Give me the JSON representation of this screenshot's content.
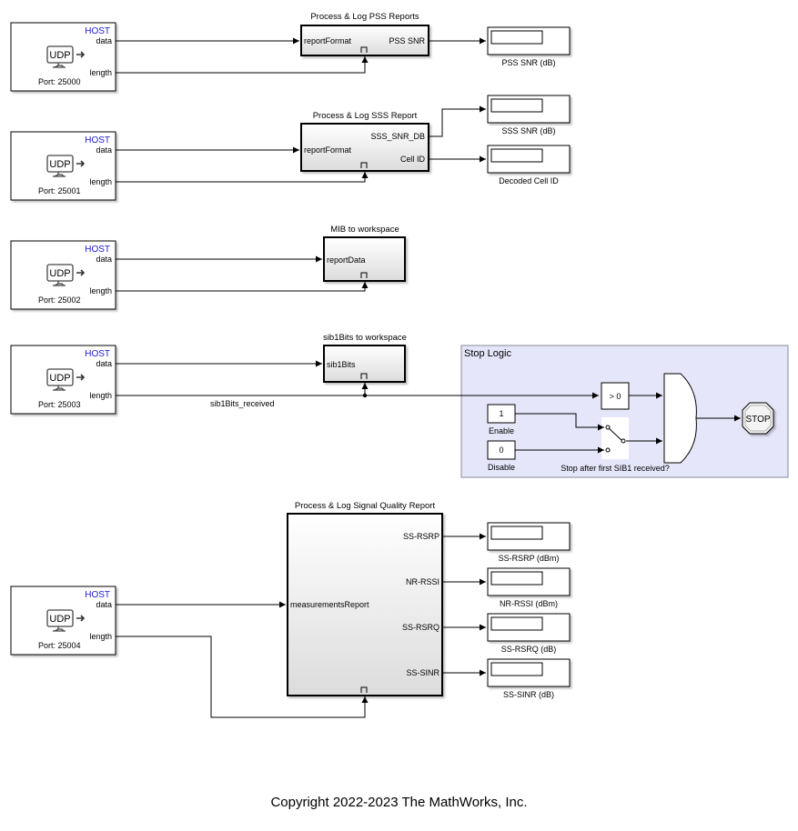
{
  "udp_blocks": [
    {
      "host": "HOST",
      "data": "data",
      "length": "length",
      "port": "Port: 25000",
      "icon": "UDP"
    },
    {
      "host": "HOST",
      "data": "data",
      "length": "length",
      "port": "Port: 25001",
      "icon": "UDP"
    },
    {
      "host": "HOST",
      "data": "data",
      "length": "length",
      "port": "Port: 25002",
      "icon": "UDP"
    },
    {
      "host": "HOST",
      "data": "data",
      "length": "length",
      "port": "Port: 25003",
      "icon": "UDP"
    },
    {
      "host": "HOST",
      "data": "data",
      "length": "length",
      "port": "Port: 25004",
      "icon": "UDP"
    }
  ],
  "subsystems": {
    "pss": {
      "title": "Process & Log PSS Reports",
      "in": "reportFormat",
      "out": "PSS SNR"
    },
    "sss": {
      "title": "Process & Log SSS Report",
      "in": "reportFormat",
      "out1": "SSS_SNR_DB",
      "out2": "Cell ID"
    },
    "mib": {
      "title": "MIB to workspace",
      "in": "reportData"
    },
    "sib1": {
      "title": "sib1Bits to workspace",
      "in": "sib1Bits"
    },
    "sq": {
      "title": "Process & Log Signal Quality Report",
      "in": "measurementsReport",
      "outs": [
        "SS-RSRP",
        "NR-RSSI",
        "SS-RSRQ",
        "SS-SINR"
      ]
    }
  },
  "displays": {
    "pss_snr": "PSS SNR (dB)",
    "sss_snr": "SSS SNR (dB)",
    "cell_id": "Decoded Cell ID",
    "rsrp": "SS-RSRP (dBm)",
    "rssi": "NR-RSSI (dBm)",
    "rsrq": "SS-RSRQ (dB)",
    "sinr": "SS-SINR (dB)"
  },
  "signal_label": "sib1Bits_received",
  "stop_logic": {
    "title": "Stop Logic",
    "compare": "> 0",
    "enable_value": "1",
    "enable_label": "Enable",
    "disable_value": "0",
    "disable_label": "Disable",
    "switch_label": "Stop after first SIB1 received?",
    "stop": "STOP",
    "area_color": "#e6e6fa"
  },
  "footer": "Copyright 2022-2023 The MathWorks, Inc."
}
